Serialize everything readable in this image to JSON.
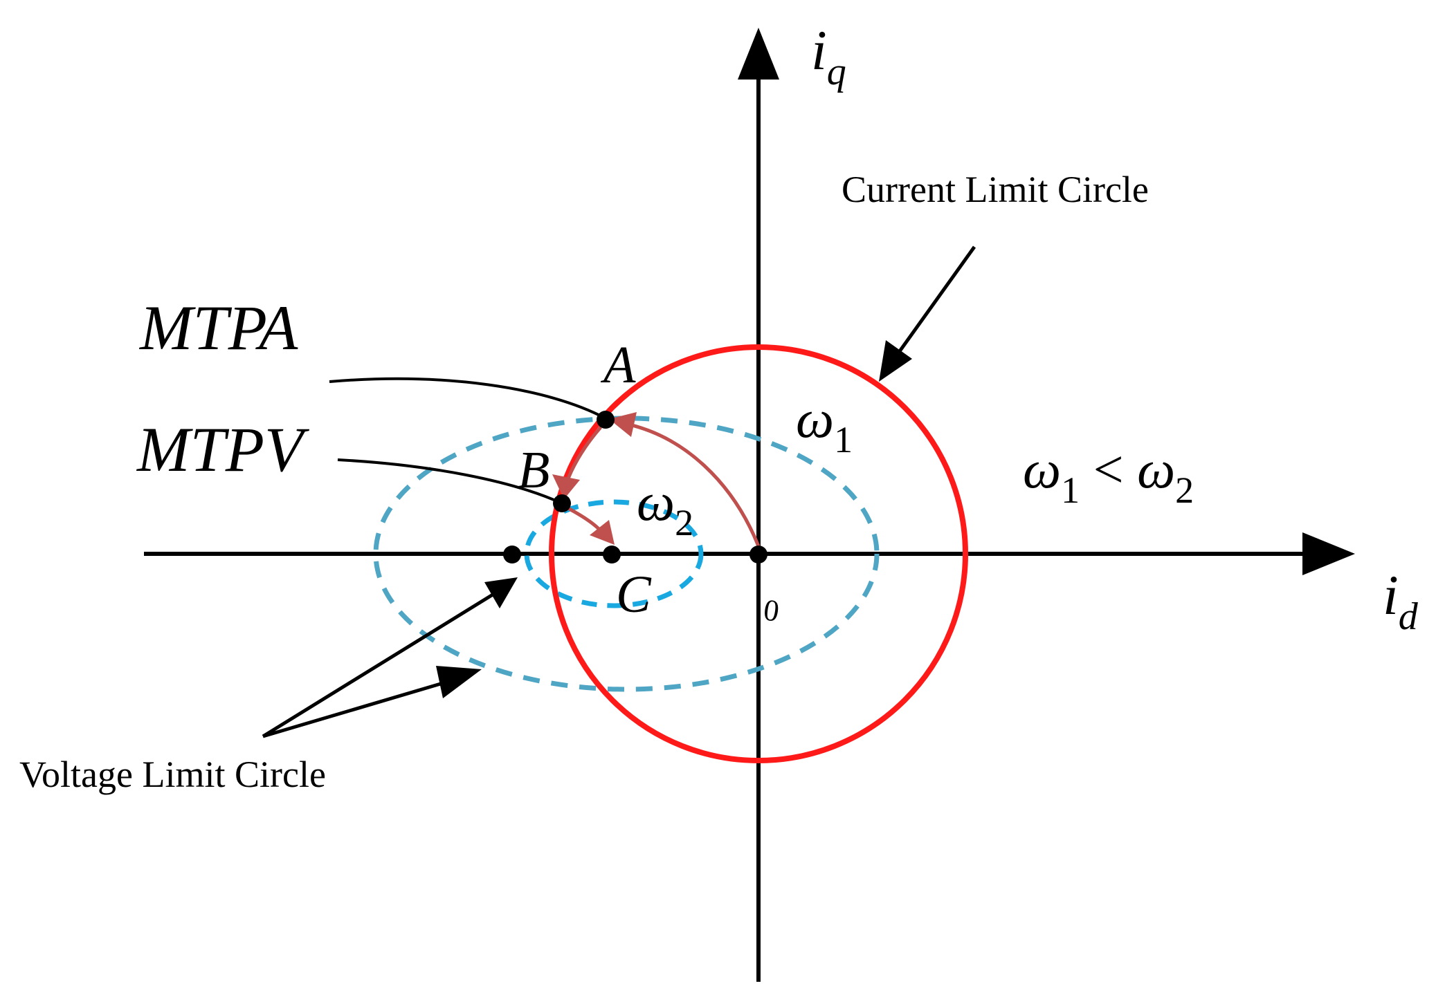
{
  "labels": {
    "iq_main": "i",
    "iq_sub": "q",
    "id_main": "i",
    "id_sub": "d",
    "current_limit": "Current Limit Circle",
    "voltage_limit": "Voltage Limit Circle",
    "mtpa": "MTPA",
    "mtpv": "MTPV",
    "point_a": "A",
    "point_b": "B",
    "point_c": "C",
    "omega1_main": "ω",
    "omega1_sub": "1",
    "omega2_main": "ω",
    "omega2_sub": "2",
    "cmp_w1_main": "ω",
    "cmp_w1_sub": "1",
    "cmp_lt": " < ",
    "cmp_w2_main": "ω",
    "cmp_w2_sub": "2",
    "origin": "0"
  },
  "colors": {
    "axis": "#000000",
    "current_circle": "#ff1a1a",
    "voltage_outer": "#4fa6c4",
    "voltage_inner": "#19a9e0",
    "trajectory": "#c0504d",
    "points": "#000000"
  }
}
